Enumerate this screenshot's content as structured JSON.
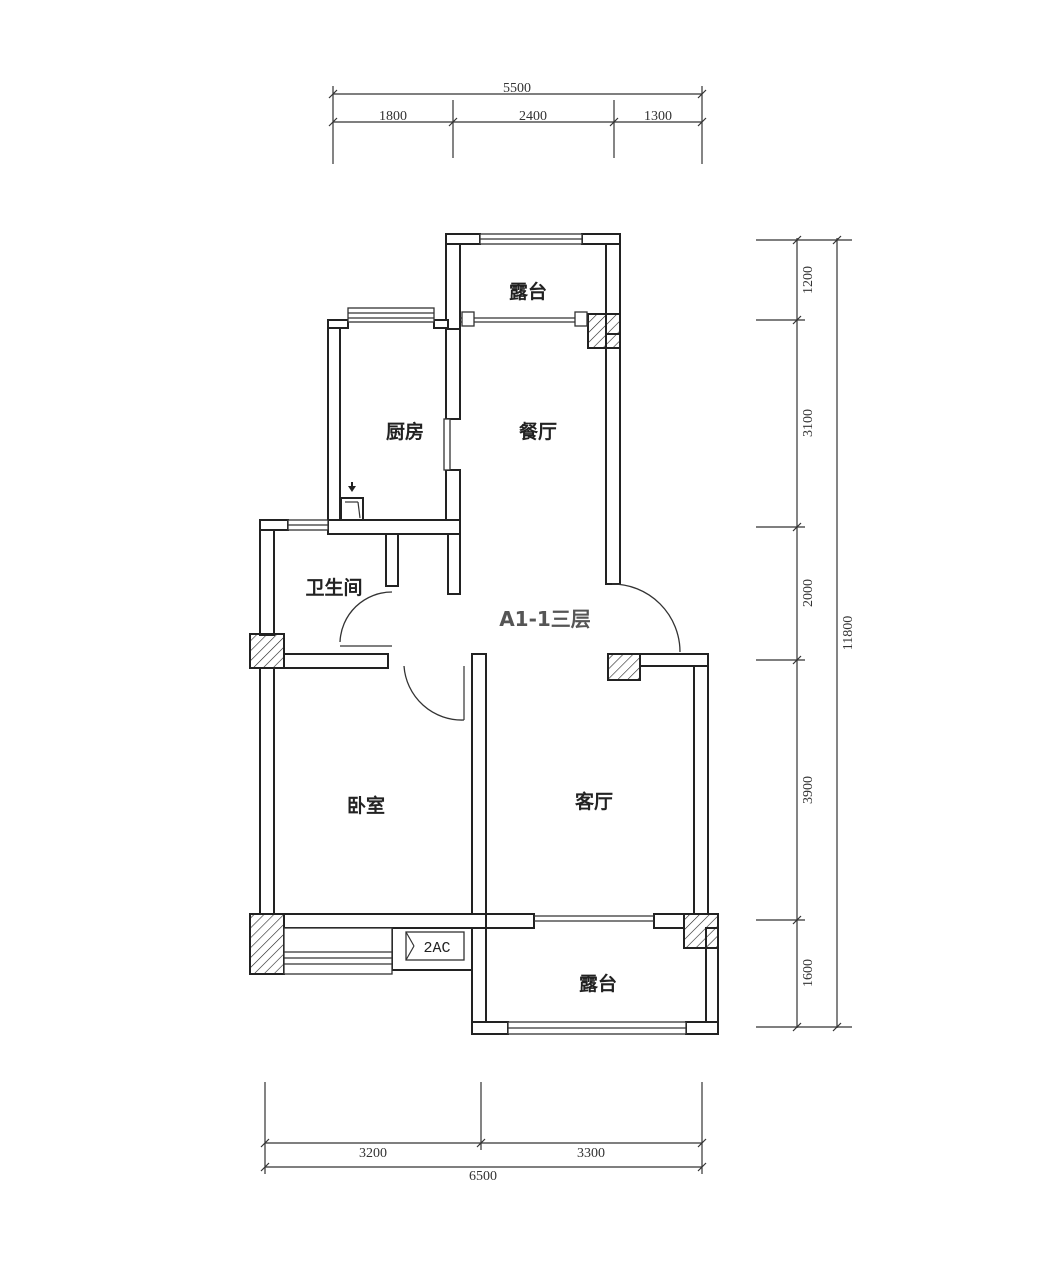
{
  "plan": {
    "title": "A1-1三层",
    "rooms": {
      "terrace_top": "露台",
      "dining": "餐厅",
      "kitchen": "厨房",
      "bathroom": "卫生间",
      "bedroom": "卧室",
      "living": "客厅",
      "terrace_bottom": "露台"
    },
    "ac_label": "2AC"
  },
  "dimensions": {
    "top_total": "5500",
    "top_segments": [
      "1800",
      "2400",
      "1300"
    ],
    "right_segments": [
      "1200",
      "3100",
      "2000",
      "3900",
      "1600"
    ],
    "right_total": "11800",
    "bottom_segments": [
      "3200",
      "3300"
    ],
    "bottom_total": "6500"
  }
}
